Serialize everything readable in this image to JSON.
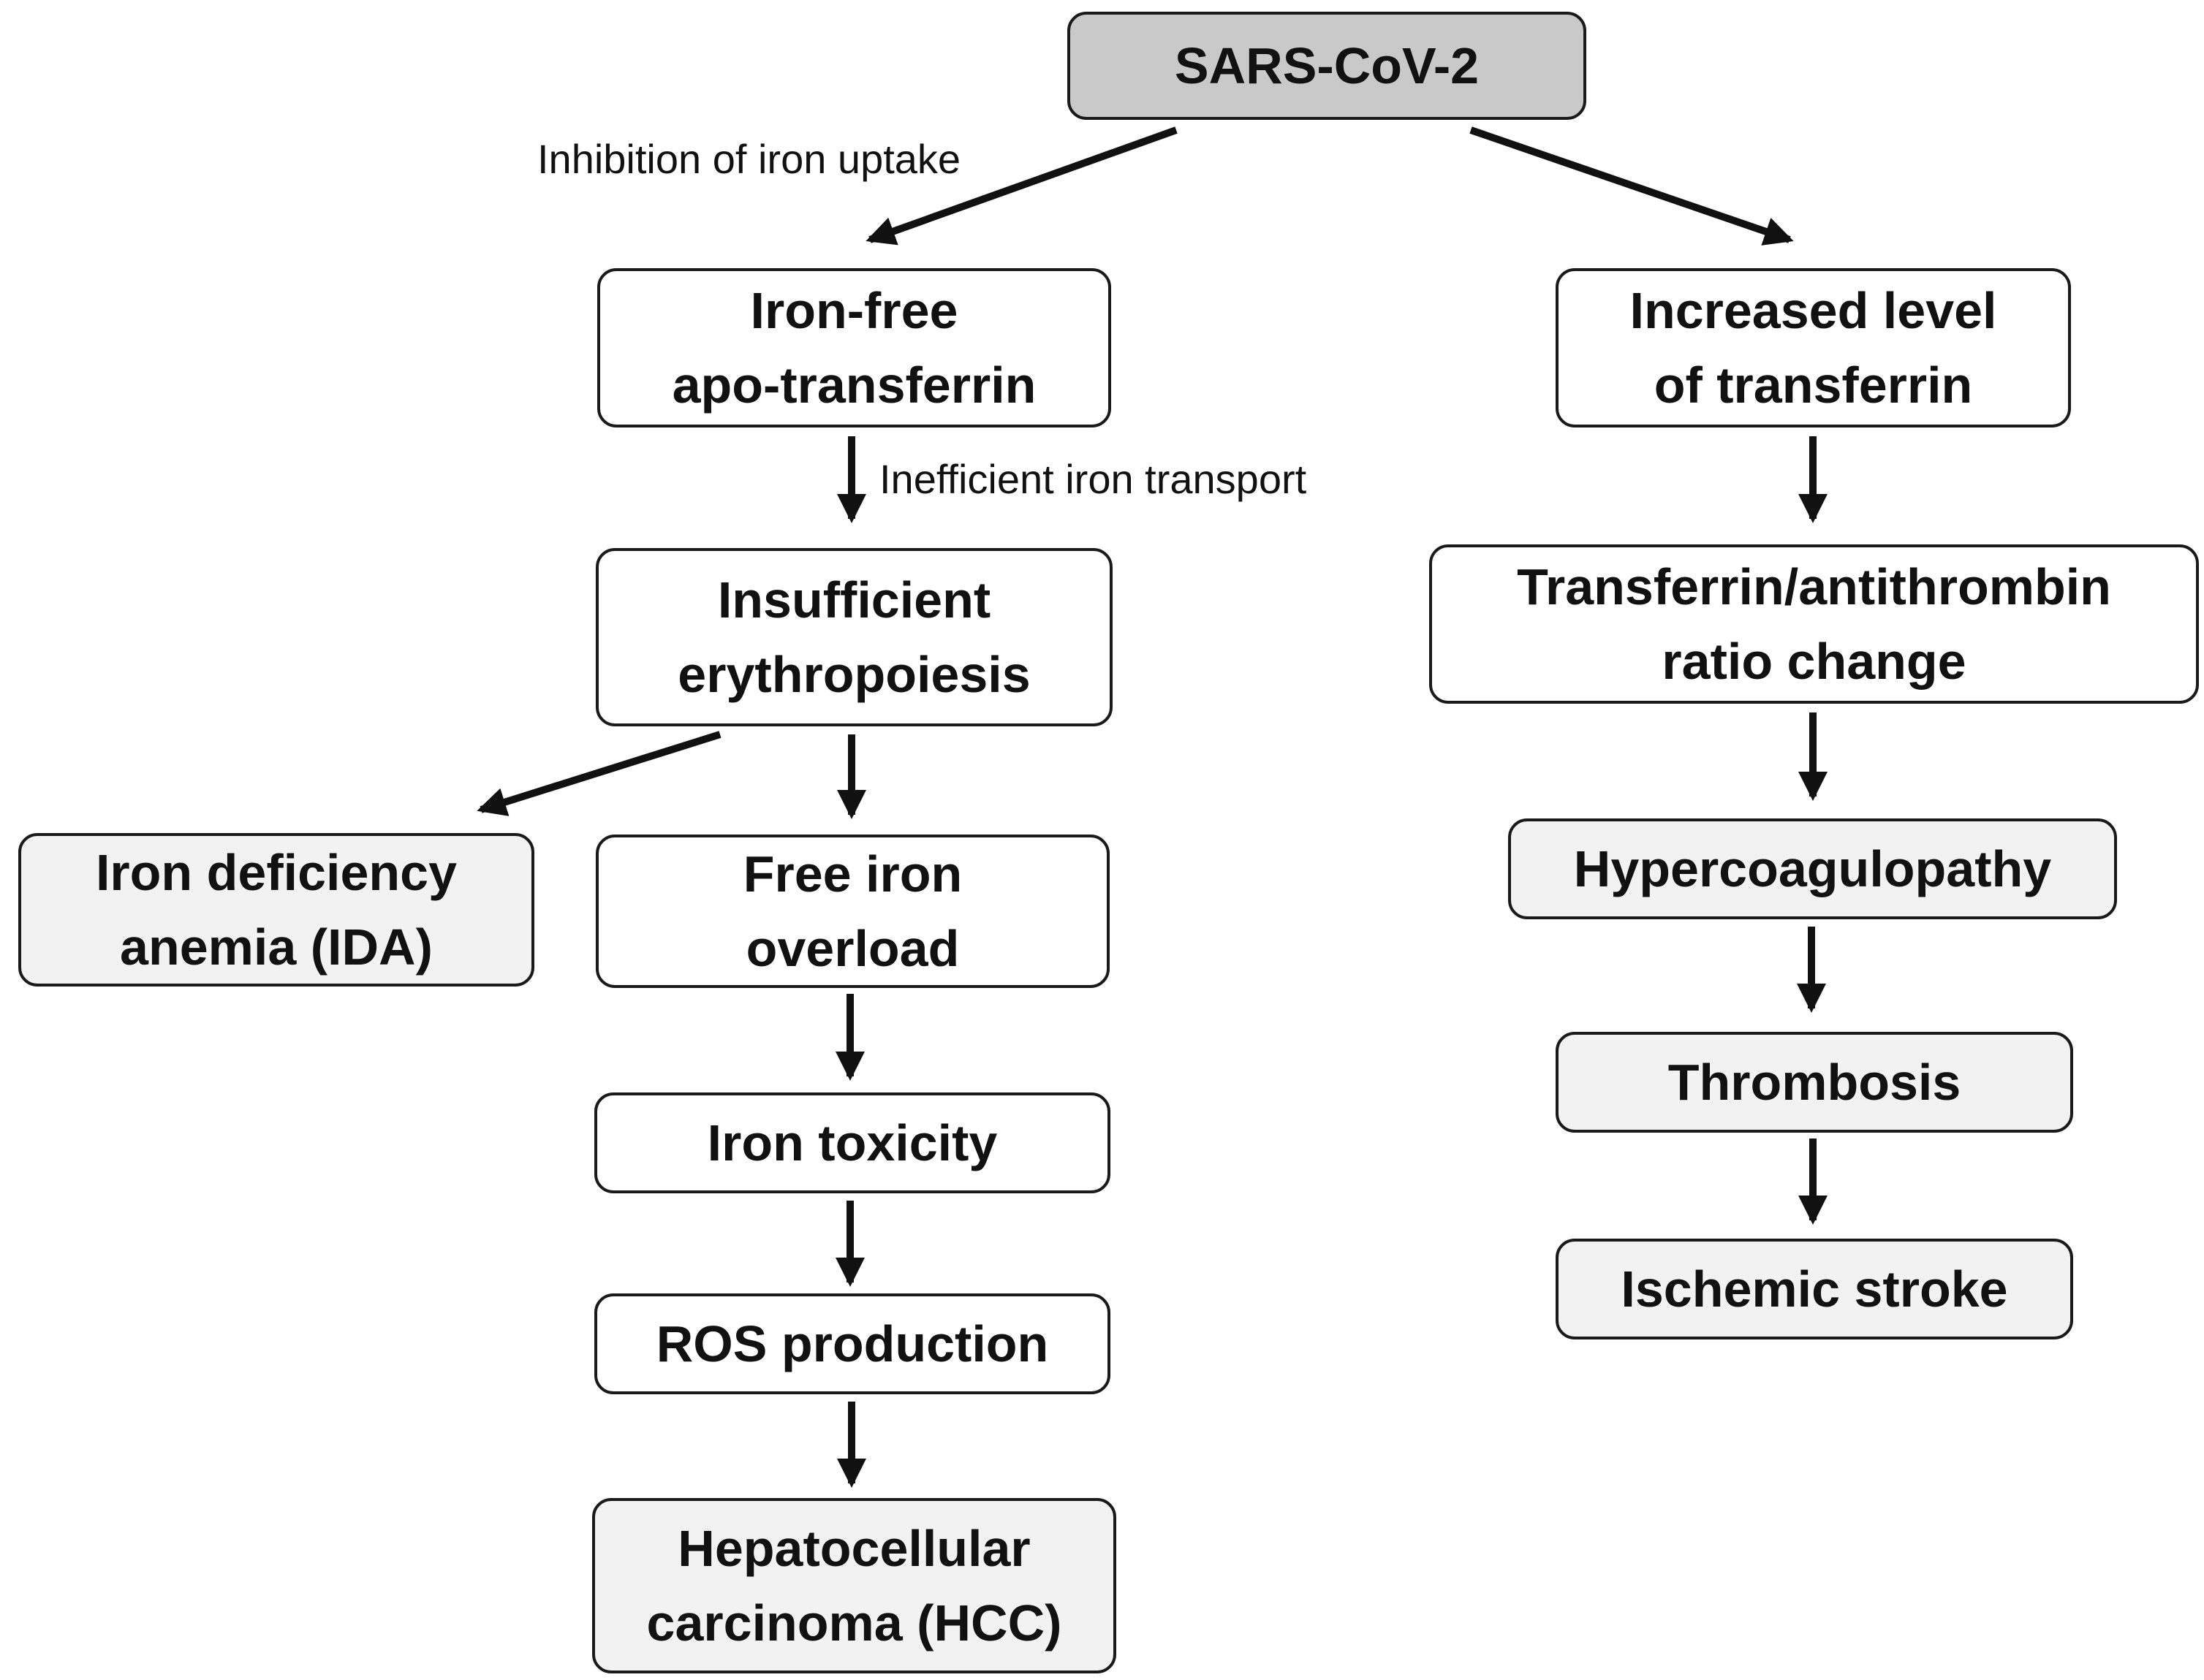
{
  "nodes": {
    "sars": "SARS-CoV-2",
    "apo_transferrin": "Iron-free\napo-transferrin",
    "insufficient_erythropoiesis": "Insufficient\nerythropoiesis",
    "ida": "Iron deficiency\nanemia (IDA)",
    "free_iron_overload": "Free iron\noverload",
    "iron_toxicity": "Iron toxicity",
    "ros_production": "ROS production",
    "hcc": "Hepatocellular\ncarcinoma (HCC)",
    "increased_transferrin": "Increased level\nof transferrin",
    "ratio_change": "Transferrin/antithrombin\nratio change",
    "hypercoagulopathy": "Hypercoagulopathy",
    "thrombosis": "Thrombosis",
    "ischemic_stroke": "Ischemic stroke"
  },
  "edge_labels": {
    "inhibition": "Inhibition of iron uptake",
    "inefficient_transport": "Inefficient iron transport"
  },
  "colors": {
    "line": "#111111",
    "box_border": "#1a1a1a",
    "box_fill_white": "#ffffff",
    "box_fill_light_gray": "#f2f2f2",
    "box_fill_dark_gray": "#c9c9c9"
  }
}
